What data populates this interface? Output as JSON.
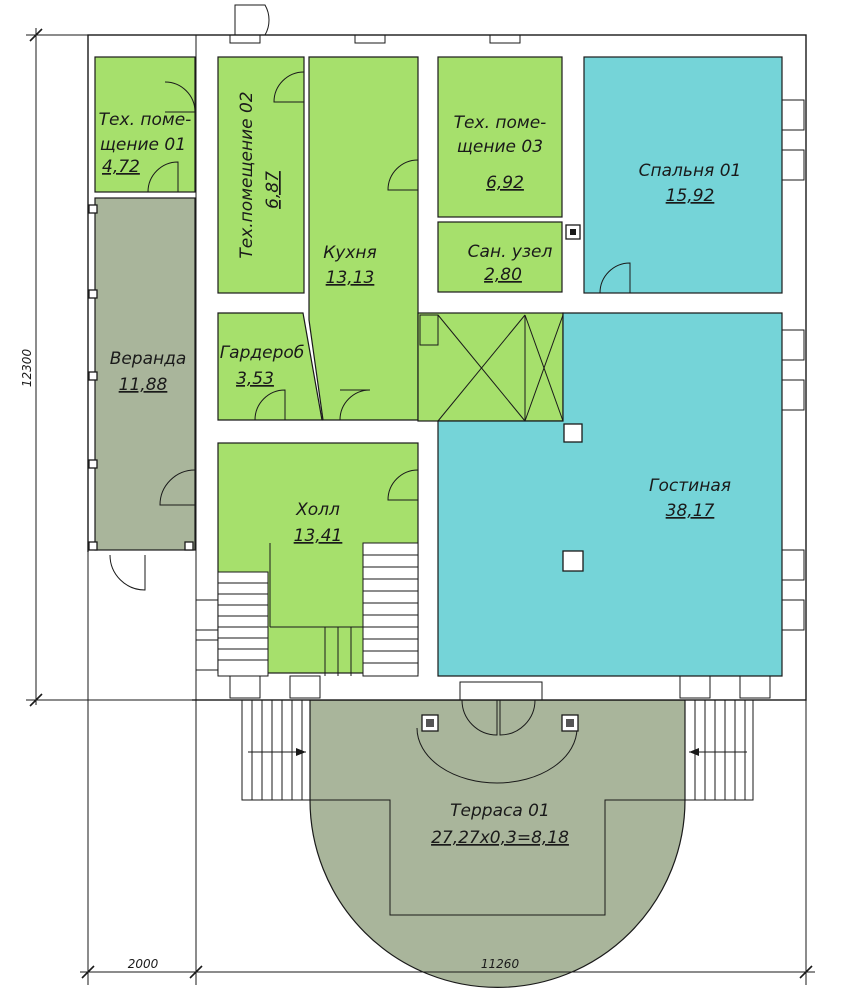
{
  "colors": {
    "green_room": "#a6e06c",
    "blue_room": "#75d4d8",
    "grey_room": "#a9b59b",
    "line": "#1a1a1a",
    "wall_fill": "#ffffff"
  },
  "rooms": {
    "tech01": {
      "name": "Тех. поме-\nщение 01",
      "area": "4,72"
    },
    "tech02": {
      "name": "Тех.помещение 02",
      "area": "6,87"
    },
    "kitchen": {
      "name": "Кухня",
      "area": "13,13"
    },
    "tech03": {
      "name": "Тех. поме-\nщение 03",
      "area": "6,92"
    },
    "bath": {
      "name": "Сан. узел",
      "area": "2,80"
    },
    "bedroom": {
      "name": "Спальня 01",
      "area": "15,92"
    },
    "veranda": {
      "name": "Веранда",
      "area": "11,88"
    },
    "wardrobe": {
      "name": "Гардероб",
      "area": "3,53"
    },
    "hall": {
      "name": "Холл",
      "area": "13,41"
    },
    "living": {
      "name": "Гостиная",
      "area": "38,17"
    },
    "terrace": {
      "name": "Терраса 01",
      "area": "27,27х0,3=8,18"
    }
  },
  "dimensions": {
    "height": "12300",
    "veranda_width": "2000",
    "house_width": "11260"
  }
}
